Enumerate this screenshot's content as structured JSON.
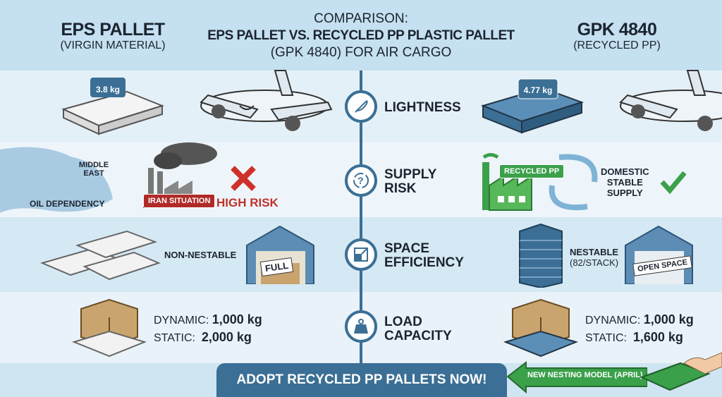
{
  "header": {
    "left_title": "EPS PALLET",
    "left_sub": "(VIRGIN MATERIAL)",
    "center_line1": "COMPARISON:",
    "center_line2": "EPS PALLET VS. RECYCLED PP PLASTIC PALLET",
    "center_line3": "(GPK 4840) FOR AIR CARGO",
    "right_title": "GPK 4840",
    "right_sub": "(RECYCLED PP)"
  },
  "rows": [
    {
      "category_line1": "LIGHTNESS",
      "category_line2": "",
      "icon": "feather-icon",
      "left": {
        "weight": "3.8 kg"
      },
      "right": {
        "weight": "4.77 kg"
      }
    },
    {
      "category_line1": "SUPPLY",
      "category_line2": "RISK",
      "icon": "question-cycle-icon",
      "left": {
        "region": "MIDDLE EAST",
        "region_note": "OIL DEPENDENCY",
        "factory_tag": "IRAN SITUATION",
        "risk": "HIGH RISK"
      },
      "right": {
        "factory_tag": "RECYCLED PP",
        "supply_line1": "DOMESTIC",
        "supply_line2": "STABLE",
        "supply_line3": "SUPPLY"
      }
    },
    {
      "category_line1": "SPACE",
      "category_line2": "EFFICIENCY",
      "icon": "resize-icon",
      "left": {
        "nest": "NON-NESTABLE",
        "warehouse_sign": "FULL"
      },
      "right": {
        "nest": "NESTABLE",
        "nest_note": "(82/STACK)",
        "warehouse_sign": "OPEN SPACE"
      }
    },
    {
      "category_line1": "LOAD",
      "category_line2": "CAPACITY",
      "icon": "weight-icon",
      "left": {
        "dynamic_label": "DYNAMIC:",
        "dynamic_value": "1,000 kg",
        "static_label": "STATIC:",
        "static_value": "2,000 kg"
      },
      "right": {
        "dynamic_label": "DYNAMIC:",
        "dynamic_value": "1,000 kg",
        "static_label": "STATIC:",
        "static_value": "1,600 kg"
      }
    }
  ],
  "footer": {
    "cta": "ADOPT RECYCLED PP PALLETS NOW!",
    "arrow_text": "NEW NESTING MODEL (APRIL)"
  },
  "colors": {
    "blue": "#3b6f95",
    "green": "#3aa04a",
    "red": "#c0322d"
  }
}
